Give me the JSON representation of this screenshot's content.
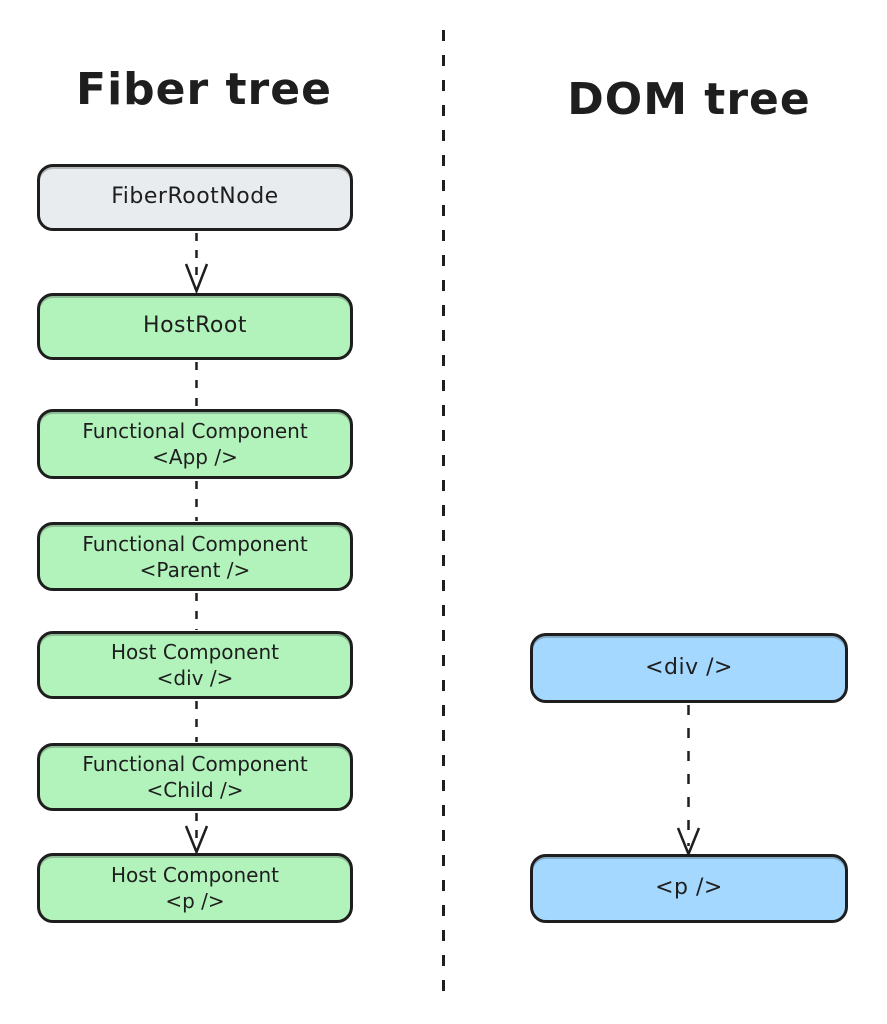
{
  "fiber_tree": {
    "title": "Fiber tree",
    "nodes": [
      {
        "line1": "FiberRootNode",
        "line2": "",
        "fill": "#e9ecef"
      },
      {
        "line1": "HostRoot",
        "line2": "",
        "fill": "#b2f2bb"
      },
      {
        "line1": "Functional Component",
        "line2": "<App />",
        "fill": "#b2f2bb"
      },
      {
        "line1": "Functional Component",
        "line2": "<Parent />",
        "fill": "#b2f2bb"
      },
      {
        "line1": "Host Component",
        "line2": "<div />",
        "fill": "#b2f2bb"
      },
      {
        "line1": "Functional Component",
        "line2": "<Child />",
        "fill": "#b2f2bb"
      },
      {
        "line1": "Host Component",
        "line2": "<p />",
        "fill": "#b2f2bb"
      }
    ]
  },
  "dom_tree": {
    "title": "DOM tree",
    "nodes": [
      {
        "line1": "<div />",
        "fill": "#a5d8ff"
      },
      {
        "line1": "<p />",
        "fill": "#a5d8ff"
      }
    ]
  },
  "colors": {
    "background": "#ffffff",
    "stroke": "#1e1e1e",
    "gray_fill": "#e9ecef",
    "green_fill": "#b2f2bb",
    "blue_fill": "#a5d8ff"
  }
}
